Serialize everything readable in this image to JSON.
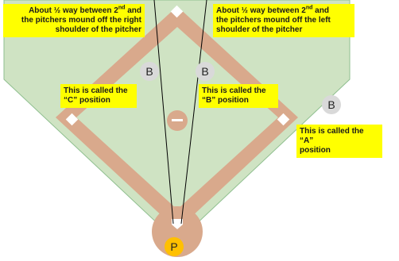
{
  "colors": {
    "grass": "#cfe3c3",
    "dirt": "#d9a98c",
    "base": "#ffffff",
    "callout": "#ffff00",
    "pitcher_marker": "#ffc000",
    "fielder_marker": "#d9d9d9",
    "sight_lines": "#000000"
  },
  "callouts": {
    "right_shoulder": {
      "line1_before": "About ½ way between 2",
      "line1_sup": "nd",
      "line1_after": " and",
      "line2": "the pitchers mound off the right",
      "line3": "shoulder of the pitcher"
    },
    "left_shoulder": {
      "line1_before": "About ½ way between 2",
      "line1_sup": "nd",
      "line1_after": " and",
      "line2": "the pitchers mound off the left",
      "line3": "shoulder of the pitcher"
    },
    "c_position": {
      "line1": "This is called the",
      "line2": "“C” position"
    },
    "b_position": {
      "line1": "This is called the",
      "line2": "“B” position"
    },
    "a_position": {
      "line1": "This is called the “A”",
      "line2": "position"
    }
  },
  "markers": {
    "fielder_c": "B",
    "fielder_b": "B",
    "fielder_a": "B",
    "pitcher": "P"
  }
}
